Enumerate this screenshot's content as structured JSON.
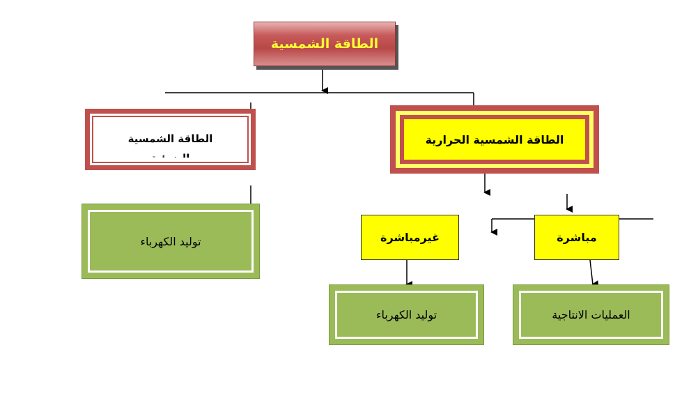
{
  "diagram": {
    "root": {
      "label": "الطاقة الشمسية"
    },
    "left_top": {
      "label": "الطاقة الشمسية",
      "label_cut": "الضوئية"
    },
    "thermal": {
      "label": "الطاقة الشمسية الحرارية"
    },
    "indirect": {
      "label": "غيرمباشرة"
    },
    "direct": {
      "label": "مباشرة"
    },
    "green_left": {
      "label": "توليد الكهرباء"
    },
    "green_mid": {
      "label": "توليد الكهرباء"
    },
    "green_right": {
      "label": "العمليات الانتاجية"
    }
  },
  "colors": {
    "red_frame": "#c0504d",
    "yellow": "#ffff00",
    "green": "#9bbb59",
    "title_text": "#ffff33"
  }
}
